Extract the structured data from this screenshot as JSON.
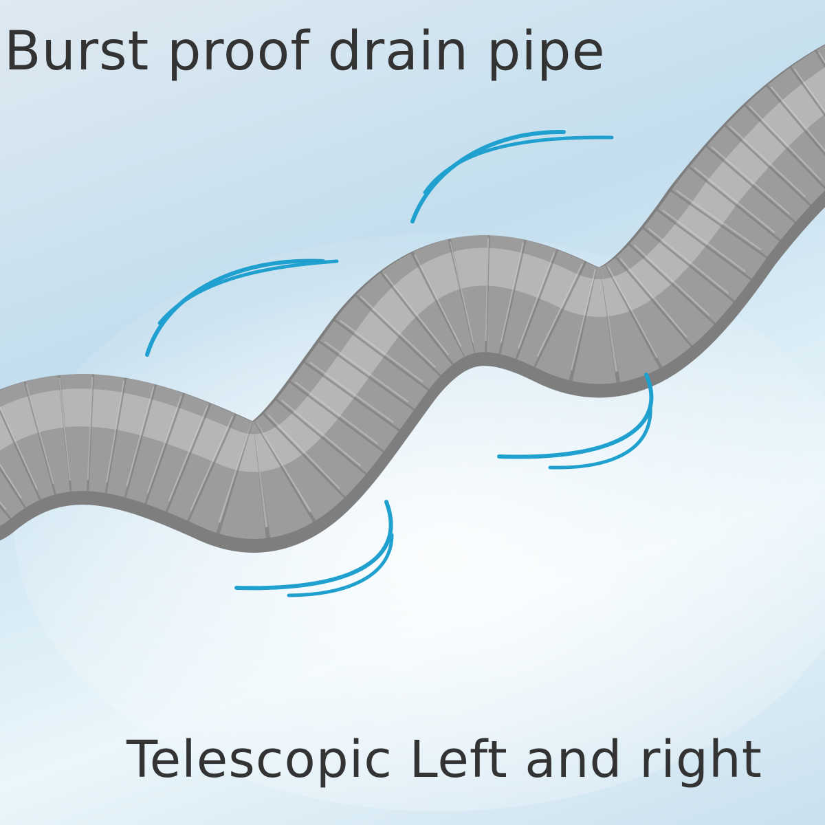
{
  "headline": "Burst proof drain pipe",
  "subline": "Telescopic Left and right",
  "colors": {
    "text": "#333333",
    "pipe": "#9c9c9c",
    "pipe_shade": "#7e7e7e",
    "pipe_light": "#bdbdbd",
    "motion_lines": "#1fa0cf",
    "background": "#cfe5f1"
  },
  "icons": {
    "pipe": "corrugated-drain-pipe-illustration",
    "motion": "motion-arc-lines"
  }
}
